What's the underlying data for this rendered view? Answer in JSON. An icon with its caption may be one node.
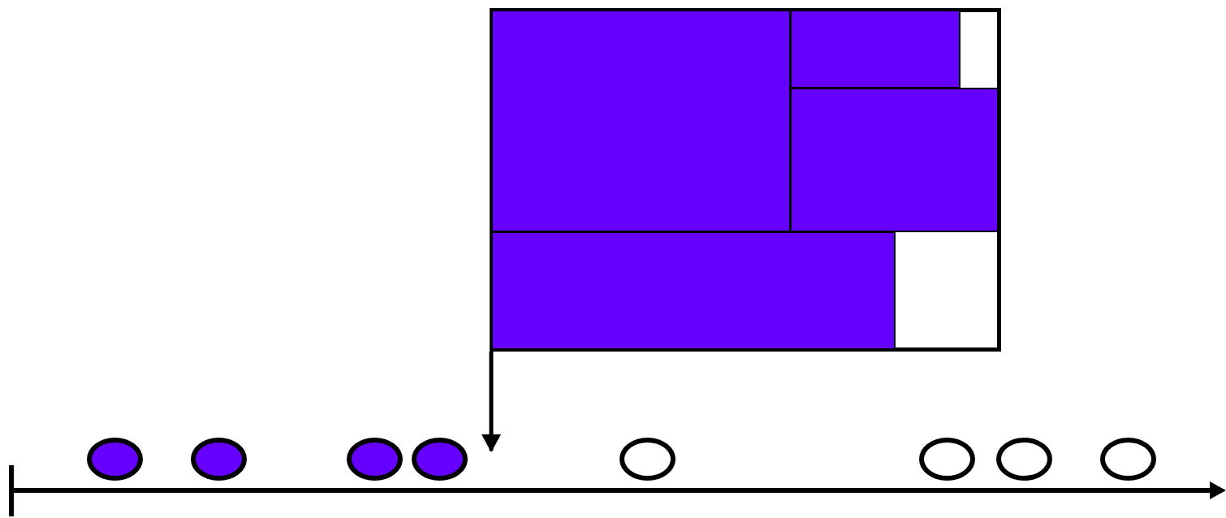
{
  "diagram": {
    "nodes": [
      {
        "text": [],
        "shape": "box"
      },
      {
        "text": [],
        "shape": "box",
        "in": 0
      },
      {
        "text": [],
        "shape": "box",
        "in": 0
      },
      {
        "text": [],
        "shape": "box",
        "in": 0
      },
      {
        "text": [],
        "shape": "box",
        "in": 0
      },
      {
        "text": [],
        "shape": "circle"
      },
      {
        "text": [],
        "shape": "circle"
      },
      {
        "text": [],
        "shape": "circle"
      },
      {
        "text": [],
        "shape": "circle"
      },
      {
        "text": [],
        "shape": "circle"
      },
      {
        "text": [],
        "shape": "circle"
      },
      {
        "text": [],
        "shape": "circle"
      },
      {
        "text": [],
        "shape": "circle"
      }
    ],
    "edges": [
      {
        "from": 0,
        "to": 8,
        "arrow": "to"
      }
    ]
  }
}
